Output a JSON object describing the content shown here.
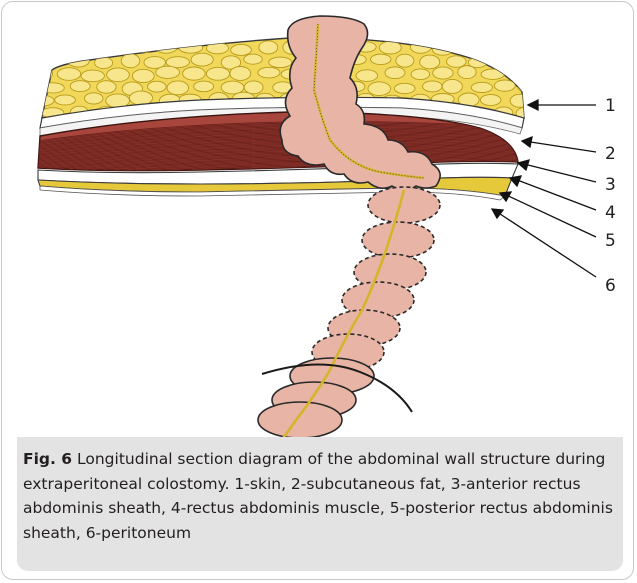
{
  "figure": {
    "labels": [
      "1",
      "2",
      "3",
      "4",
      "5",
      "6"
    ],
    "colors": {
      "fat": "#f2d85a",
      "fat_outline": "#b79a17",
      "muscle": "#a8463d",
      "muscle_dark": "#6b211b",
      "bowel": "#e8b4a5",
      "bowel_outline": "#2a2a2a",
      "mesentery": "#d4b52a",
      "peritoneum": "#e6c93a"
    }
  },
  "caption": {
    "fig_label": "Fig. 6",
    "text": "Longitudinal section diagram of the abdominal wall structure during extraperitoneal colostomy. 1-skin, 2-subcutaneous fat, 3-anterior rectus abdominis sheath, 4-rectus abdominis muscle, 5-posterior rectus abdominis sheath, 6-peritoneum"
  }
}
